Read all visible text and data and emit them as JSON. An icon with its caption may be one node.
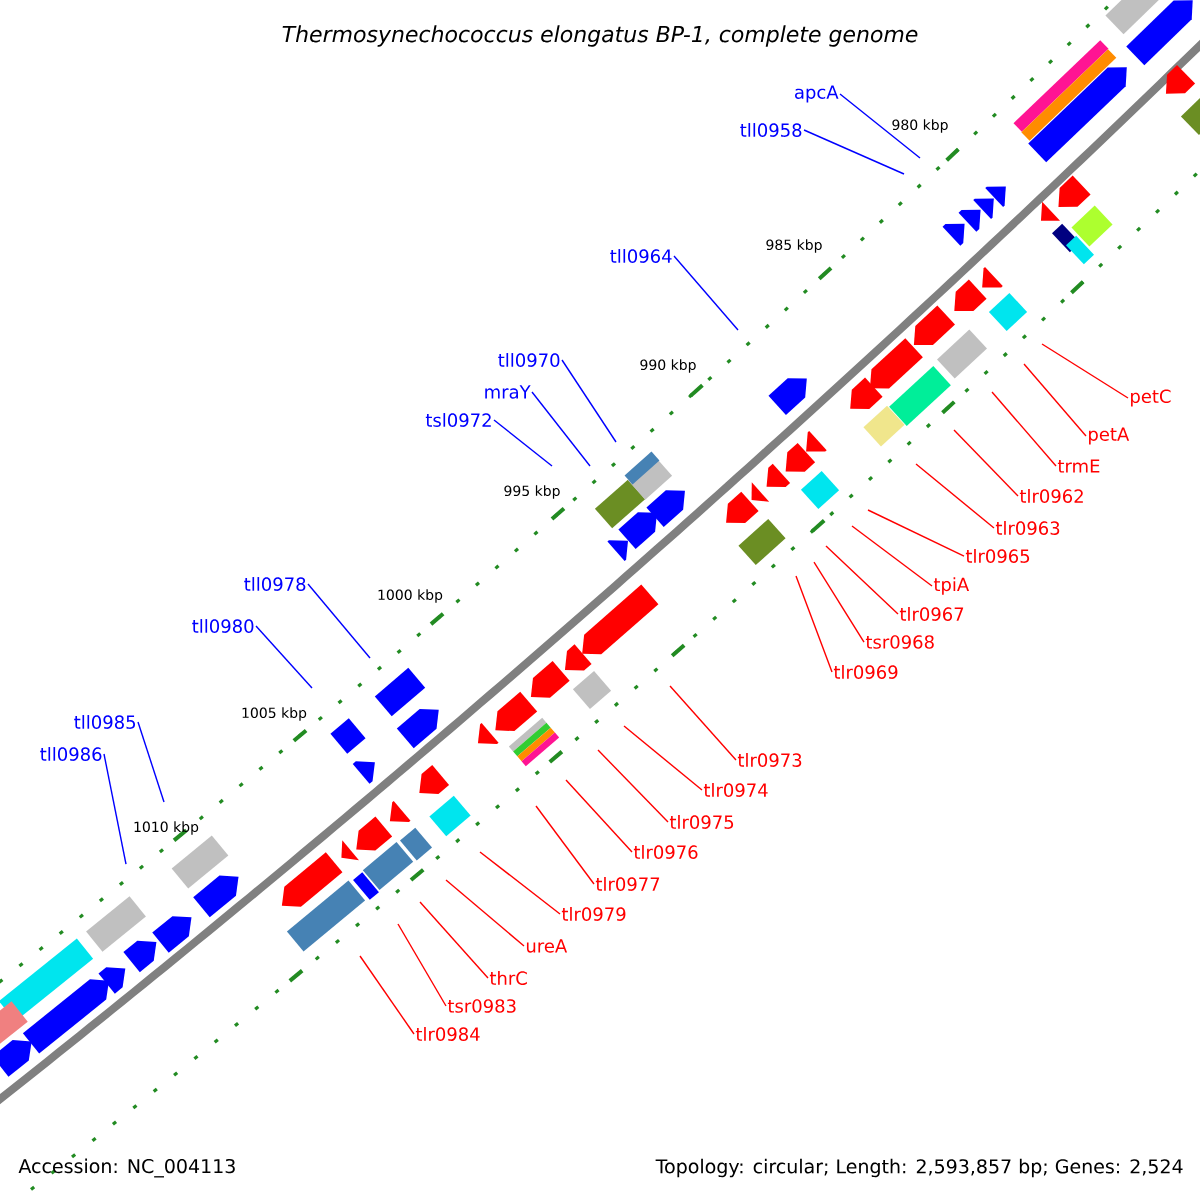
{
  "diagram": {
    "title": "Thermosynechococcus elongatus BP-1, complete genome",
    "nodes": [
      {
        "text": [
          "apcA"
        ]
      },
      {
        "text": [
          "tll0958"
        ]
      },
      {
        "text": [
          "tll0964"
        ]
      },
      {
        "text": [
          "petC"
        ]
      },
      {
        "text": [
          "petA"
        ]
      },
      {
        "text": [
          "trmE"
        ]
      },
      {
        "text": [
          "tll0970"
        ]
      },
      {
        "text": [
          "mraY"
        ]
      },
      {
        "text": [
          "tlr0962"
        ]
      },
      {
        "text": [
          "tsl0972"
        ]
      },
      {
        "text": [
          "tlr0963"
        ]
      },
      {
        "text": [
          "tlr0965"
        ]
      },
      {
        "text": [
          "tpiA"
        ]
      },
      {
        "text": [
          "tll0978"
        ]
      },
      {
        "text": [
          "tlr0967"
        ]
      },
      {
        "text": [
          "tsr0968"
        ]
      },
      {
        "text": [
          "tll0980"
        ]
      },
      {
        "text": [
          "tlr0969"
        ]
      },
      {
        "text": [
          "tll0985"
        ]
      },
      {
        "text": [
          "tll0986"
        ]
      },
      {
        "text": [
          "tlr0973"
        ]
      },
      {
        "text": [
          "tlr0974"
        ]
      },
      {
        "text": [
          "tlr0975"
        ]
      },
      {
        "text": [
          "tlr0976"
        ]
      },
      {
        "text": [
          "tlr0977"
        ]
      },
      {
        "text": [
          "tlr0979"
        ]
      },
      {
        "text": [
          "ureA"
        ]
      },
      {
        "text": [
          "thrC"
        ]
      },
      {
        "text": [
          "tsr0983"
        ]
      },
      {
        "text": [
          "tlr0984"
        ]
      }
    ],
    "edges": [
      {
        "from": 0,
        "to": null,
        "arrow": "none",
        "color": "#0000ff"
      },
      {
        "from": 1,
        "to": null,
        "arrow": "none",
        "color": "#0000ff"
      },
      {
        "from": 2,
        "to": null,
        "arrow": "none",
        "color": "#0000ff"
      },
      {
        "from": 3,
        "to": null,
        "arrow": "none"
      },
      {
        "from": 4,
        "to": null,
        "arrow": "none"
      },
      {
        "from": 5,
        "to": null,
        "arrow": "none"
      },
      {
        "from": 6,
        "to": null,
        "arrow": "none",
        "color": "#0000ff"
      },
      {
        "from": 7,
        "to": null,
        "arrow": "none",
        "color": "#0000ff"
      },
      {
        "from": 8,
        "to": null,
        "arrow": "none"
      },
      {
        "from": 9,
        "to": null,
        "arrow": "none",
        "color": "#0000ff"
      },
      {
        "from": 10,
        "to": null,
        "arrow": "none"
      },
      {
        "from": 11,
        "to": null,
        "arrow": "none"
      },
      {
        "from": 12,
        "to": null,
        "arrow": "none"
      },
      {
        "from": 13,
        "to": null,
        "arrow": "none",
        "color": "#0000ff"
      },
      {
        "from": 14,
        "to": null,
        "arrow": "none"
      },
      {
        "from": 15,
        "to": null,
        "arrow": "none"
      },
      {
        "from": 16,
        "to": null,
        "arrow": "none",
        "color": "#0000ff"
      },
      {
        "from": 17,
        "to": null,
        "arrow": "none"
      },
      {
        "from": 18,
        "to": null,
        "arrow": "none",
        "color": "#0000ff"
      },
      {
        "from": 19,
        "to": null,
        "arrow": "none",
        "color": "#0000ff"
      },
      {
        "from": 20,
        "to": null,
        "arrow": "none"
      },
      {
        "from": 21,
        "to": null,
        "arrow": "none"
      },
      {
        "from": 22,
        "to": null,
        "arrow": "none"
      },
      {
        "from": 23,
        "to": null,
        "arrow": "none"
      },
      {
        "from": 24,
        "to": null,
        "arrow": "none"
      },
      {
        "from": 25,
        "to": null,
        "arrow": "none"
      },
      {
        "from": 26,
        "to": null,
        "arrow": "none"
      },
      {
        "from": 27,
        "to": null,
        "arrow": "none"
      },
      {
        "from": 28,
        "to": null,
        "arrow": "none"
      },
      {
        "from": 29,
        "to": null,
        "arrow": "none"
      }
    ],
    "labels": [
      "980 kbp",
      "985 kbp",
      "990 kbp",
      "995 kbp",
      "1000 kbp",
      "1005 kbp",
      "1010 kbp",
      "Accession: NC_004113",
      "Topology: circular; Length: 2,593,857 bp; Genes: 2,524"
    ]
  }
}
